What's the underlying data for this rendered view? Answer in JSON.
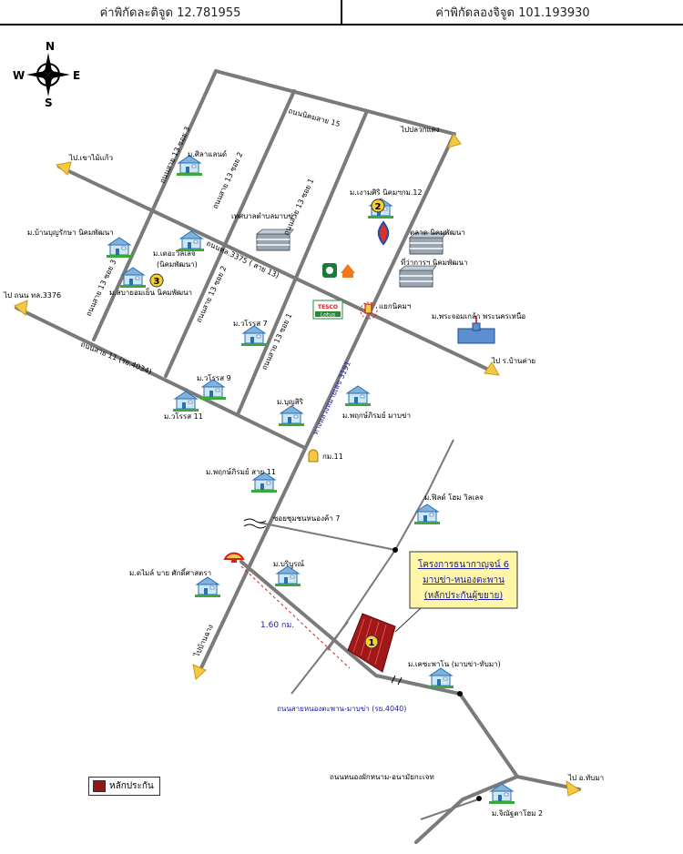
{
  "header": {
    "latitude_text": "ค่าพิกัดละติจูด 12.781955",
    "longitude_text": "ค่าพิกัดลองจิจูด 101.193930"
  },
  "compass": {
    "n": "N",
    "s": "S",
    "e": "E",
    "w": "W"
  },
  "labels": {
    "road_15": "ถนนนิคมสาย 15",
    "road_13_soi3": "ถนนสาย 13 ซอย 3",
    "road_13_soi2": "ถนนสาย 13 ซอย 2",
    "road_13_soi1": "ถนนสาย 13 ซอย 1",
    "road_3375": "ถนนทล.3375 ( สาย 13)",
    "road_3191": "ทางหลวงหมายเลข 3191",
    "road_11": "ถนนสาย 11 (รย.4034)",
    "to_pluakdaeng": "ไปปลวกแดง",
    "to_khaomaikaeo": "ไป.เขาไม้แก้ว",
    "to_road3376": "ไป ถนน ทล.3376",
    "to_banchang": "ไป ร.บ้านค่าย",
    "to_banchang_south": "ไปบ้านฉาง",
    "to_thapma": "ไป อ.ทับมา",
    "village_silaland": "ม.ศิลาแลนด์",
    "village_ngamsiri": "ม.เงามศิริ นิคมฯกม.12",
    "municipal": "เทศบาลตำบลมาบข่า",
    "nikhom_market": "ตลาด นิคมพัฒนา",
    "district_office": "ที่ว่าการฯ นิคมพัฒนา",
    "village_banbunrak": "ม.บ้านบุญรักษา นิคมพัฒนา",
    "village_greenvalley": "ม.เดอะวิลเลจ",
    "nikhom_sub": "(นิคมพัฒนา)",
    "village_sabai": "ม.สบายอมเย็น นิคมพัฒนา",
    "village_virot7": "ม.วโรรส 7",
    "village_virot9": "ม.วโรรส 9",
    "village_virot11": "ม.วโรรส 11",
    "village_boonsiri": "ม.บุญสิริ",
    "village_pruksa_mapkha": "ม.พฤกษ์ภิรมย์ มาบข่า",
    "village_phrachomklao": "ม.พระจอมเกล้า พระนครเหนือ",
    "intersection": "แยกนิคมฯ",
    "km11": "กม.11",
    "village_pruksa11": "ม.พฤกษ์ภิรมย์ สาย 11",
    "soi_chumchon": "ซอยชุมชนหนองค้า 7",
    "village_fieldhome": "ม.ฟิลด์ โฮม วิลเลจ",
    "village_boriboon": "ม.บริบูรณ์",
    "village_smile": "ม.ดไมล์ บาย ศักดิ์ศาสตรา",
    "distance": "1.60 กม.",
    "project_line1": "โครงการธนากาญจน์ 6",
    "project_line2": "มาบข่า-หนองตะพาน",
    "project_line3": "(หลักประกันผู้ขยาย)",
    "village_kasemphanon": "ม.เคซะพาโน (มาบข่า-ทับมา)",
    "road_4040": "ถนนสายหนองตะพาน-มาบข่า (รย.4040)",
    "road_nongphakwan": "ถนนหนองผักหนาม-อนามัยกะเจท",
    "village_jintana": "ม.จิณัฐตาโฮม 2",
    "tesco_line1": "TESCO",
    "tesco_line2": "Lotus",
    "marker_1": "1",
    "marker_2": "2",
    "marker_3": "3"
  },
  "legend": {
    "label": "หลักประกัน",
    "color": "#8b1a1a"
  },
  "colors": {
    "road": "#7a7a7a",
    "arrow": "#f5c842",
    "blue_text": "#1a1aa6"
  }
}
